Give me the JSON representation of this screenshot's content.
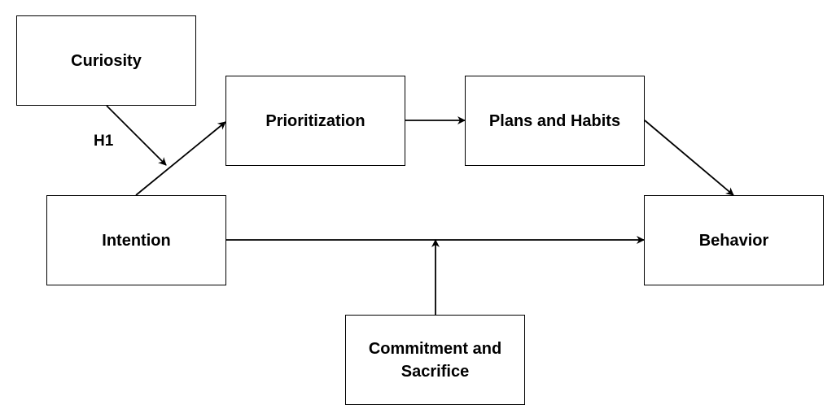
{
  "diagram": {
    "nodes": {
      "curiosity": "Curiosity",
      "prioritization": "Prioritization",
      "plans_habits": "Plans and Habits",
      "intention": "Intention",
      "behavior": "Behavior",
      "commitment_line1": "Commitment and",
      "commitment_line2": "Sacrifice"
    },
    "edge_labels": {
      "h1": "H1"
    },
    "edges": [
      {
        "from": "Curiosity",
        "to": "Intention → Prioritization path",
        "label": "H1"
      },
      {
        "from": "Intention",
        "to": "Prioritization"
      },
      {
        "from": "Prioritization",
        "to": "Plans and Habits"
      },
      {
        "from": "Plans and Habits",
        "to": "Behavior"
      },
      {
        "from": "Intention",
        "to": "Behavior"
      },
      {
        "from": "Commitment and Sacrifice",
        "to": "Intention → Behavior path"
      }
    ]
  }
}
